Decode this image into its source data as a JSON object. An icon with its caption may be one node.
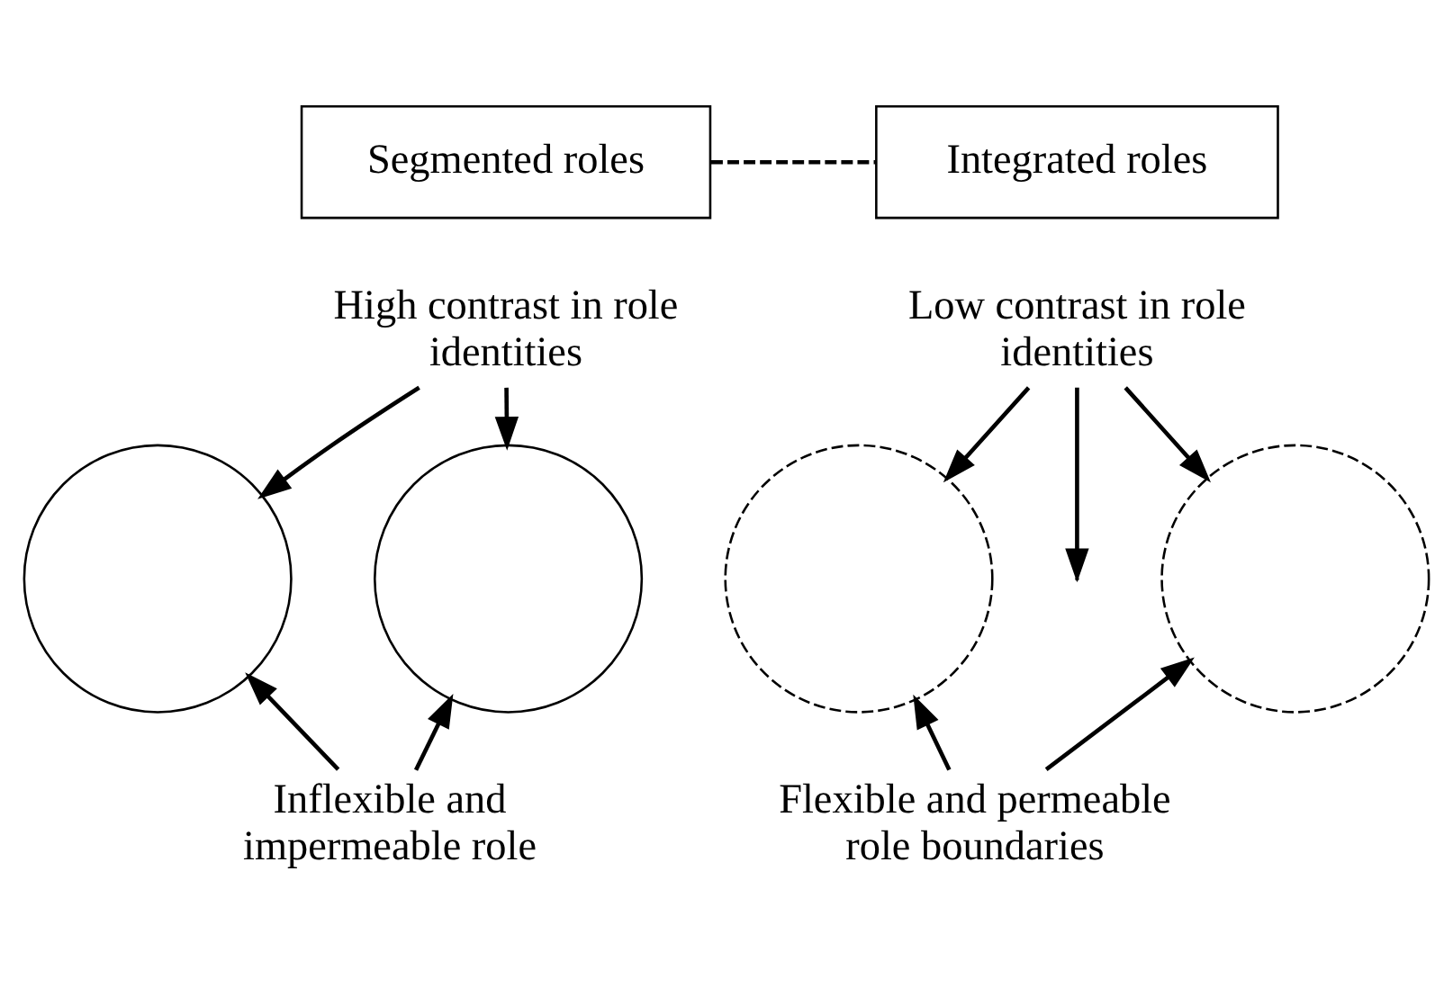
{
  "diagram": {
    "nodes": [
      {
        "text": [
          "Segmented roles"
        ]
      },
      {
        "text": [
          "Integrated roles"
        ]
      },
      {
        "text": [
          "High contrast in role identities"
        ]
      },
      {
        "text": [],
        "shape": "circle"
      },
      {
        "text": [],
        "shape": "circle"
      },
      {
        "text": [
          "Inflexible and impermeable role"
        ]
      },
      {
        "text": [
          "Low contrast in role identities"
        ]
      },
      {
        "text": [],
        "shape": "circle"
      },
      {
        "text": [],
        "shape": "circle"
      },
      {
        "text": [
          "Flexible and permeable role boundaries"
        ]
      }
    ],
    "edges": [
      {
        "from": 0,
        "to": 1,
        "arrow": "none",
        "style": "dashed"
      },
      {
        "from": 2,
        "to": 3,
        "arrow": "to"
      },
      {
        "from": 2,
        "to": 4,
        "arrow": "to"
      },
      {
        "from": 5,
        "to": 3,
        "arrow": "to"
      },
      {
        "from": 5,
        "to": 4,
        "arrow": "to"
      },
      {
        "from": 6,
        "to": 7,
        "arrow": "to"
      },
      {
        "from": 6,
        "to": null,
        "arrow": "to"
      },
      {
        "from": 6,
        "to": 8,
        "arrow": "to"
      },
      {
        "from": 9,
        "to": 7,
        "arrow": "to"
      },
      {
        "from": 9,
        "to": 8,
        "arrow": "to"
      }
    ]
  }
}
